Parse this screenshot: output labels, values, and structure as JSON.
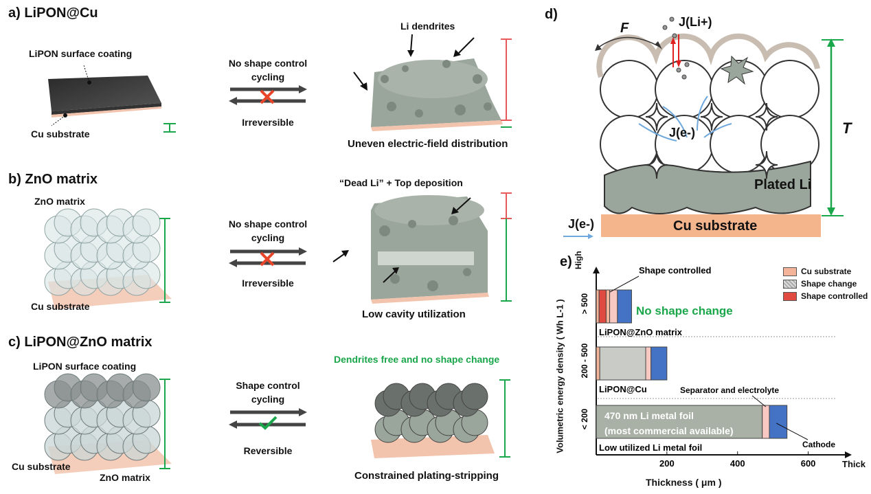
{
  "panel_a": {
    "title": "a) LiPON@Cu",
    "coating_label": "LiPON surface coating",
    "substrate_label": "Cu substrate",
    "process_line1": "No shape control",
    "process_line2": "cycling",
    "process_result": "Irreversible",
    "dendrite_label": "Li dendrites",
    "caption": "Uneven electric-field distribution"
  },
  "panel_b": {
    "title": "b) ZnO matrix",
    "matrix_label": "ZnO matrix",
    "substrate_label": "Cu substrate",
    "process_line1": "No shape control",
    "process_line2": "cycling",
    "process_result": "Irreversible",
    "top_label": "“Dead Li” + Top deposition",
    "caption": "Low cavity utilization"
  },
  "panel_c": {
    "title": "c) LiPON@ZnO matrix",
    "coating_label": "LiPON surface coating",
    "substrate_label": "Cu substrate",
    "matrix_label": "ZnO matrix",
    "process_line1": "Shape control",
    "process_line2": "cycling",
    "process_result": "Reversible",
    "top_label": "Dendrites free and no shape change",
    "caption": "Constrained plating-stripping"
  },
  "panel_d": {
    "title": "d)",
    "force": "F",
    "ion_flux": "J(Li+)",
    "electron_flux_inner": "J(e-)",
    "electron_flux_outer": "J(e-)",
    "thickness": "T",
    "plated": "Plated Li",
    "substrate": "Cu substrate"
  },
  "panel_e": {
    "title": "e)",
    "ylabel": "Volumetric energy density ( Wh L-1 )",
    "xlabel": "Thickness ( μm )",
    "x_end_label": "Thick",
    "y_high": "High",
    "legend": [
      "Cu substrate",
      "Shape change",
      "Shape controlled"
    ],
    "colors": {
      "cu": "#f4b49a",
      "shape_change": "#c9cbc6",
      "shape_controlled": "#e04a40",
      "cathode": "#4472c4",
      "separator": "#f7c9c2",
      "foil": "#a9b1a6"
    }
  }
}
